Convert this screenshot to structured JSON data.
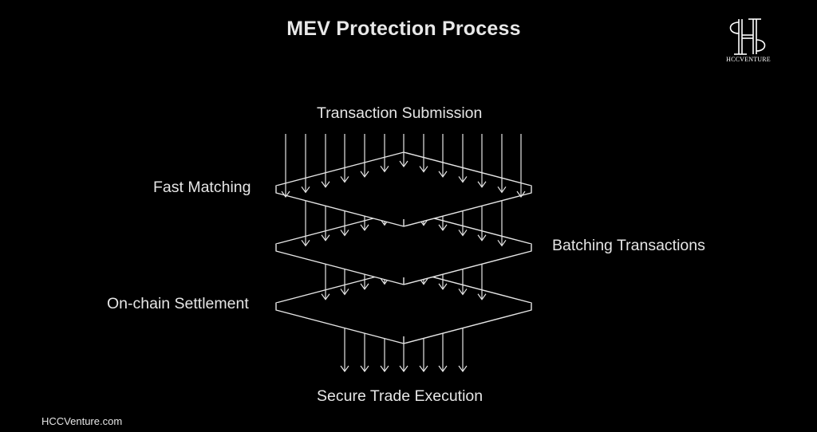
{
  "title": "MEV Protection Process",
  "labels": {
    "submission": "Transaction Submission",
    "fast_matching": "Fast Matching",
    "batching": "Batching Transactions",
    "settlement": "On-chain Settlement",
    "secure": "Secure Trade Execution"
  },
  "footer": "HCCVenture.com",
  "logo": {
    "text": "HCCVENTURE",
    "icon": "hccventure-monogram-logo"
  },
  "colors": {
    "background": "#000000",
    "stroke": "#e6e6e6"
  }
}
